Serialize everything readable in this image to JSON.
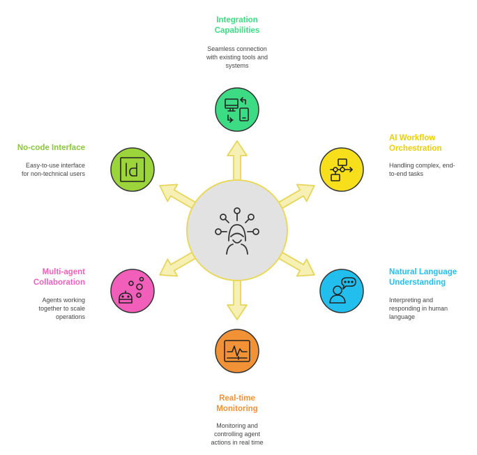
{
  "colors": {
    "arrow_fill": "#f6f0b5",
    "arrow_stroke": "#e6d55a",
    "hub_fill": "#e2e2e2",
    "hub_stroke": "#e8d95a",
    "icon_stroke": "#333333"
  },
  "nodes": {
    "integration": {
      "title_line1": "Integration",
      "title_line2": "Capabilities",
      "desc_line1": "Seamless connection",
      "desc_line2": "with existing tools and",
      "desc_line3": "systems",
      "color": "#3ddc84",
      "icon": "devices-sync-icon"
    },
    "ai_workflow": {
      "title_line1": "AI Workflow",
      "title_line2": "Orchestration",
      "desc_line1": "Handling complex, end-",
      "desc_line2": "to-end tasks",
      "color": "#f7e01b",
      "icon": "flowchart-icon"
    },
    "nlu": {
      "title_line1": "Natural Language",
      "title_line2": "Understanding",
      "desc_line1": "Interpreting and",
      "desc_line2": "responding in human",
      "desc_line3": "language",
      "color": "#22bfee",
      "icon": "speaking-person-icon"
    },
    "monitoring": {
      "title_line1": "Real-time",
      "title_line2": "Monitoring",
      "desc_line1": "Monitoring and",
      "desc_line2": "controlling agent",
      "desc_line3": "actions in real time",
      "color": "#f29237",
      "icon": "monitor-pulse-icon"
    },
    "multi_agent": {
      "title_line1": "Multi-agent",
      "title_line2": "Collaboration",
      "desc_line1": "Agents working",
      "desc_line2": "together to scale",
      "desc_line3": "operations",
      "color": "#f25fbb",
      "icon": "robot-bubbles-icon"
    },
    "no_code": {
      "title_line1": "No-code Interface",
      "desc_line1": "Easy-to-use interface",
      "desc_line2": "for non-technical users",
      "color": "#9bd43b",
      "icon": "id-box-icon"
    }
  },
  "hub": {
    "icon": "person-options-icon"
  }
}
